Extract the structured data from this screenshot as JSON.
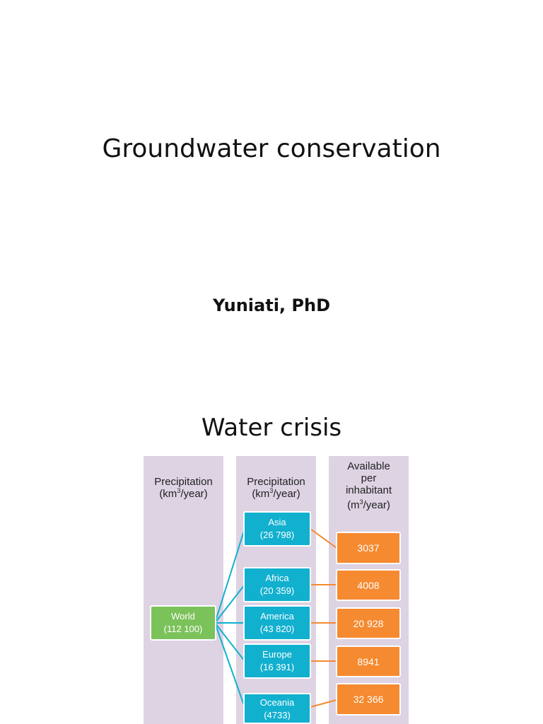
{
  "title": "Groundwater conservation",
  "author": "Yuniati, PhD",
  "section_title": "Water crisis",
  "figure": {
    "columns": [
      {
        "line1": "Precipitation",
        "line2_pre": "(km",
        "line2_sup": "3",
        "line2_post": "/year)"
      },
      {
        "line1": "Precipitation",
        "line2_pre": "(km",
        "line2_sup": "3",
        "line2_post": "/year)"
      },
      {
        "line1": "Available",
        "line2": "per",
        "line3": "inhabitant",
        "line4_pre": "(m",
        "line4_sup": "3",
        "line4_post": "/year)"
      }
    ],
    "world": {
      "name": "World",
      "value": "(112 100)"
    },
    "regions": [
      {
        "name": "Asia",
        "value": "(26 798)",
        "available": "3037"
      },
      {
        "name": "Africa",
        "value": "(20 359)",
        "available": "4008"
      },
      {
        "name": "America",
        "value": "(43 820)",
        "available": "20 928"
      },
      {
        "name": "Europe",
        "value": "(16 391)",
        "available": "8941"
      },
      {
        "name": "Oceania",
        "value": "(4733)",
        "available": "32 366"
      }
    ],
    "colors": {
      "column_bg": "#ddd3e3",
      "world": "#7cc25b",
      "region": "#12b0cf",
      "available": "#f58a30",
      "world_connector": "#12b0cf",
      "available_connector": "#f58a30"
    }
  }
}
